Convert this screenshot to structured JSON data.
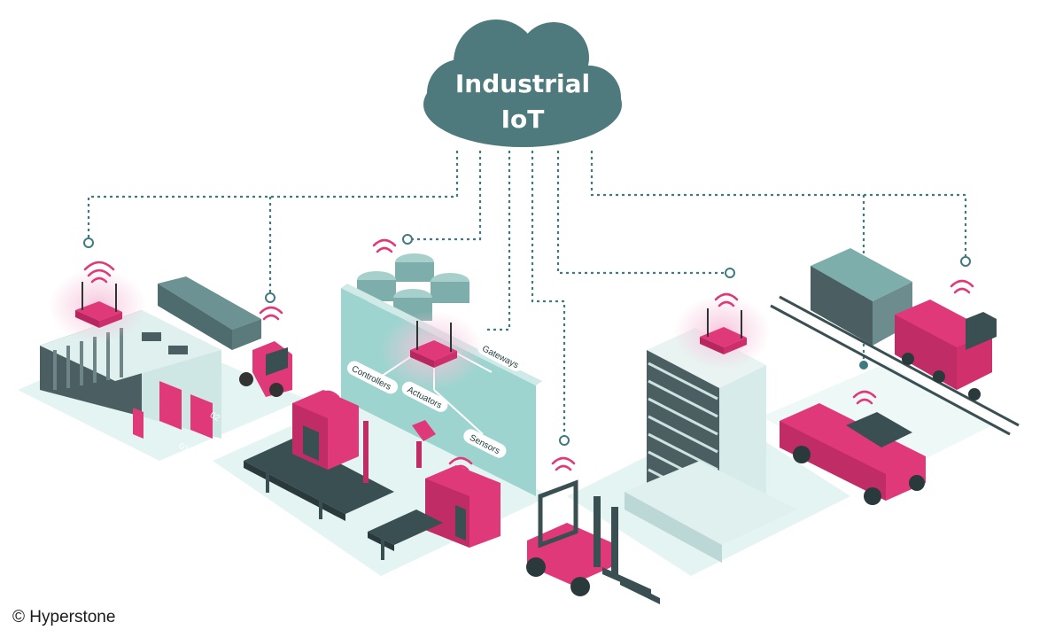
{
  "diagram": {
    "cloud": {
      "line1": "Industrial",
      "line2": "IoT",
      "color": "#4f7a7d"
    },
    "panel_labels": {
      "controllers": "Controllers",
      "actuators": "Actuators",
      "gateways": "Gateways",
      "sensors": "Sensors"
    },
    "gate_labels": {
      "gate1": "01",
      "gate2": "02"
    },
    "colors": {
      "accent": "#e0397a",
      "dark": "#3a4f52",
      "teal": "#9ed4cf",
      "ground": "#e4f4f3"
    }
  },
  "footer": {
    "copyright": "© Hyperstone"
  }
}
